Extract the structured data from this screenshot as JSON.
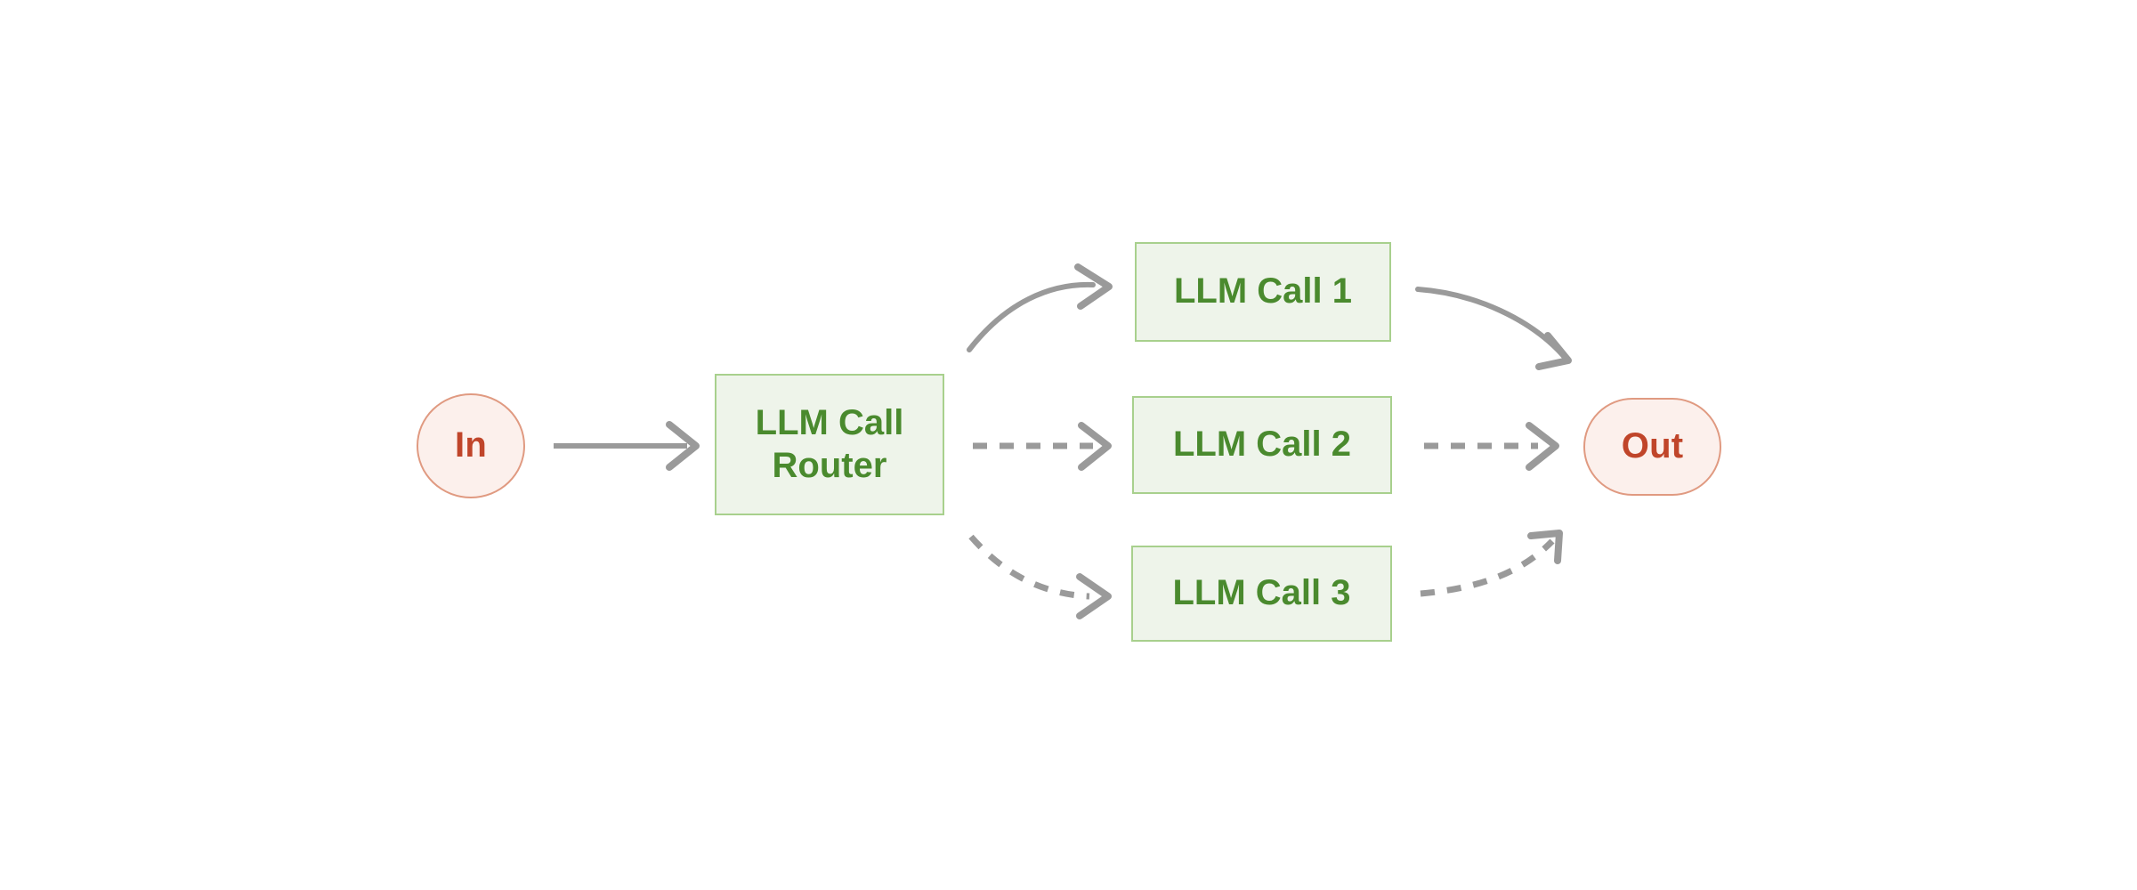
{
  "diagram": {
    "type": "flow-diagram",
    "title": "LLM Call Router workflow",
    "background_color": "#ffffff",
    "palette": {
      "terminal_fill": "#fcf0ec",
      "terminal_stroke": "#e09a81",
      "terminal_text": "#c0452a",
      "process_fill": "#eef4ea",
      "process_stroke": "#a8d08d",
      "process_text": "#4a8a2e",
      "edge_color": "#9a9a9a"
    },
    "nodes": [
      {
        "id": "in",
        "label": "In",
        "shape": "circle",
        "role": "terminal"
      },
      {
        "id": "router",
        "label": "LLM Call\nRouter",
        "shape": "rectangle",
        "role": "process"
      },
      {
        "id": "call1",
        "label": "LLM Call 1",
        "shape": "rectangle",
        "role": "process"
      },
      {
        "id": "call2",
        "label": "LLM Call 2",
        "shape": "rectangle",
        "role": "process"
      },
      {
        "id": "call3",
        "label": "LLM Call 3",
        "shape": "rectangle",
        "role": "process"
      },
      {
        "id": "out",
        "label": "Out",
        "shape": "pill",
        "role": "terminal"
      }
    ],
    "edges": [
      {
        "id": "e-in-router",
        "from": "in",
        "to": "router",
        "style": "solid",
        "curve": "straight"
      },
      {
        "id": "e-router-call1",
        "from": "router",
        "to": "call1",
        "style": "solid",
        "curve": "up"
      },
      {
        "id": "e-router-call2",
        "from": "router",
        "to": "call2",
        "style": "dashed",
        "curve": "straight"
      },
      {
        "id": "e-router-call3",
        "from": "router",
        "to": "call3",
        "style": "dashed",
        "curve": "down"
      },
      {
        "id": "e-call1-out",
        "from": "call1",
        "to": "out",
        "style": "solid",
        "curve": "down"
      },
      {
        "id": "e-call2-out",
        "from": "call2",
        "to": "out",
        "style": "dashed",
        "curve": "straight"
      },
      {
        "id": "e-call3-out",
        "from": "call3",
        "to": "out",
        "style": "dashed",
        "curve": "up"
      }
    ]
  }
}
